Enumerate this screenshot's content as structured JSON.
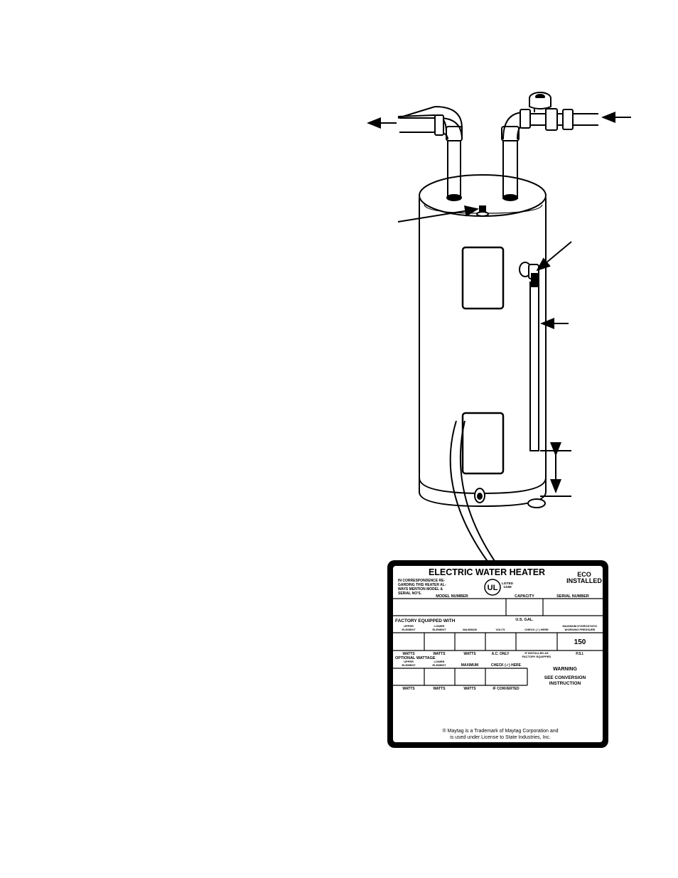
{
  "plate": {
    "title": "ELECTRIC WATER HEATER",
    "eco": [
      "ECO",
      "INSTALLED"
    ],
    "correspondence": [
      "IN    CORRESPONDENCE    RE-",
      "GARDING   THIS   HEATER   AL-",
      "WAYS   MENTION   MODEL   &",
      "SERIAL NO'S."
    ],
    "ul_mark": "UL",
    "listed": [
      "LISTED",
      "134M"
    ],
    "model_number": "MODEL NUMBER",
    "capacity": "CAPACITY",
    "serial_number": "SERIAL NUMBER",
    "us_gal": "U.S. GAL.",
    "factory_equipped": "FACTORY EQUIPPED WITH",
    "upper_element": [
      "UPPER",
      "ELEMENT"
    ],
    "lower_element": [
      "LOWER",
      "ELEMENT"
    ],
    "maximum": "MAXIMUM",
    "volts": "VOLTS",
    "check_here": "CHECK (✓) HERE",
    "max_pressure": [
      "MAXIMUM HYDROSTATIC",
      "WORKING PRESSURE"
    ],
    "pressure_value": "150",
    "watts": "WATTS",
    "ac_only": "A.C. ONLY",
    "if_installed": [
      "IF INSTALLED AS",
      "FACTORY EQUIPPED"
    ],
    "psi": "P.S.I.",
    "optional_wattage": "OPTIONAL WATTAGE",
    "warning": "WARNING",
    "see_conversion": [
      "SEE CONVERSION",
      "INSTRUCTION"
    ],
    "if_converted": "IF CONVERTED",
    "trademark": [
      "® Maytag is a Trademark of Maytag Corporation and",
      "is used under License to State Industries, Inc."
    ]
  }
}
